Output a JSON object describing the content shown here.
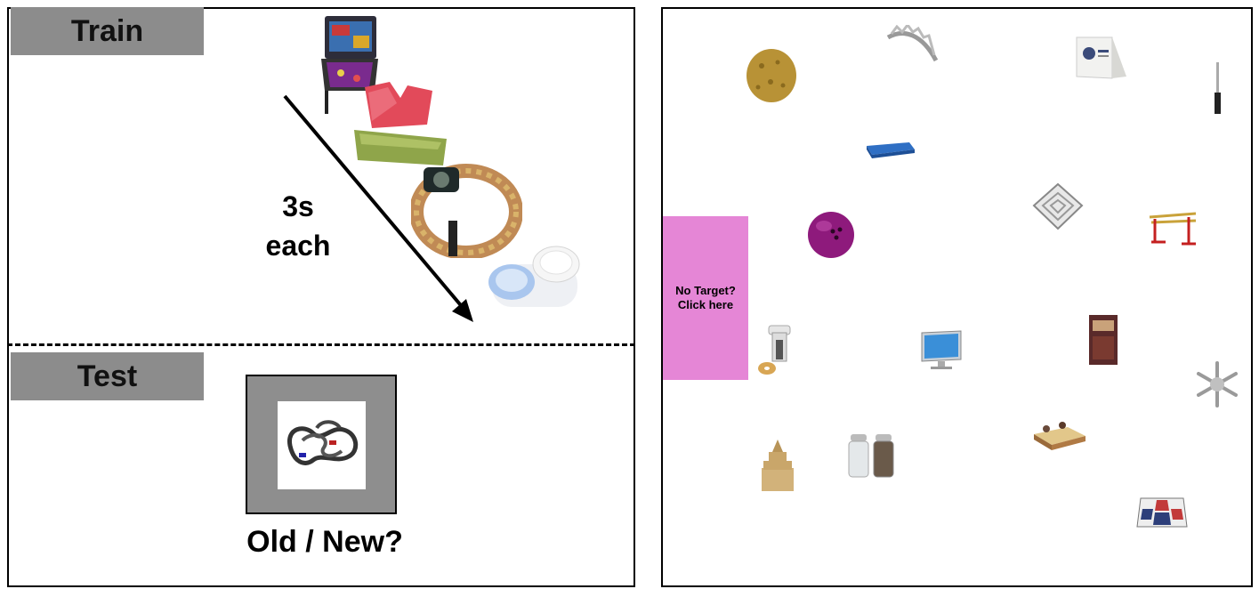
{
  "train": {
    "label": "Train",
    "timing_line1": "3s",
    "timing_line2": "each",
    "items": [
      "pinball-machine-icon",
      "sour-candy-icon",
      "bead-bracelet-icon",
      "contact-lens-case-icon"
    ]
  },
  "test": {
    "label": "Test",
    "probe_item": "slot-car-track-icon",
    "question": "Old / New?"
  },
  "search": {
    "no_target_line1": "No Target?",
    "no_target_line2": "Click here",
    "items": [
      "sponge-icon",
      "tiara-icon",
      "tent-card-icon",
      "pen-icon",
      "blue-mat-icon",
      "maze-icon",
      "bowling-ball-icon",
      "parallel-bars-icon",
      "bagel-slicer-icon",
      "monitor-icon",
      "book-icon",
      "snowflake-icon",
      "sandbox-icon",
      "sand-castle-icon",
      "salt-pepper-icon",
      "dance-mat-icon"
    ]
  },
  "colors": {
    "label_bg": "#8c8c8c",
    "no_target_bg": "#e586d6"
  }
}
